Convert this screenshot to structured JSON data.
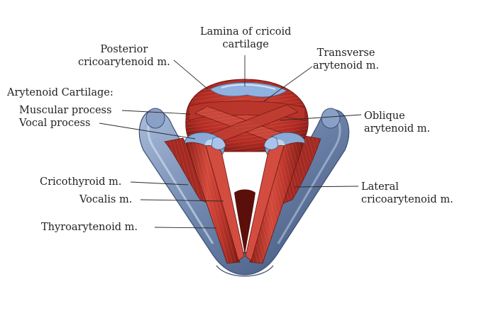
{
  "labels": {
    "lamina": [
      "Lamina of cricoid",
      "cartilage"
    ],
    "posterior_crico": [
      "Posterior",
      "cricoarytenoid m."
    ],
    "transverse": [
      "Transverse",
      "arytenoid m."
    ],
    "arytenoid_cartilage": "Arytenoid Cartilage:",
    "muscular_process": "Muscular process",
    "vocal_process": "Vocal process",
    "oblique": [
      "Oblique",
      "arytenoid m."
    ],
    "cricothyroid": "Cricothyroid m.",
    "vocalis": "Vocalis m.",
    "lateral_crico": [
      "Lateral",
      "cricoarytenoid m."
    ],
    "thyroarytenoid": "Thyroarytenoid m."
  },
  "colors": {
    "background": "#ffffff",
    "cartilage": "#6f86ad",
    "cartilage_dark": "#4a5f86",
    "cartilage_highlight": "#c9dcf5",
    "muscle": "#c2362d",
    "muscle_dark": "#7d1a15",
    "muscle_light": "#e0695a",
    "text": "#1f1f1f"
  }
}
